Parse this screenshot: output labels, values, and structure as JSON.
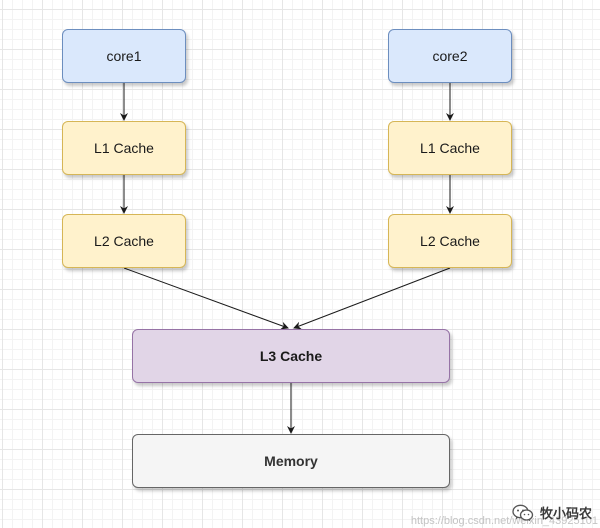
{
  "nodes": {
    "core1": "core1",
    "core2": "core2",
    "l1_left": "L1 Cache",
    "l1_right": "L1 Cache",
    "l2_left": "L2 Cache",
    "l2_right": "L2 Cache",
    "l3": "L3 Cache",
    "memory": "Memory"
  },
  "edges": [
    [
      "core1",
      "l1_left"
    ],
    [
      "l1_left",
      "l2_left"
    ],
    [
      "core2",
      "l1_right"
    ],
    [
      "l1_right",
      "l2_right"
    ],
    [
      "l2_left",
      "l3"
    ],
    [
      "l2_right",
      "l3"
    ],
    [
      "l3",
      "memory"
    ]
  ],
  "colors": {
    "core_fill": "#dae8fc",
    "core_stroke": "#6c8ebf",
    "cache_fill": "#fff2cc",
    "cache_stroke": "#d6b656",
    "l3_fill": "#e1d5e7",
    "l3_stroke": "#9673a6",
    "memory_fill": "#f5f5f5",
    "memory_stroke": "#666666",
    "edge": "#1a1a1a"
  },
  "watermark": {
    "url": "https://blog.csdn.net/weixin_43925101",
    "name": "牧小码农",
    "icon": "wechat-icon"
  }
}
